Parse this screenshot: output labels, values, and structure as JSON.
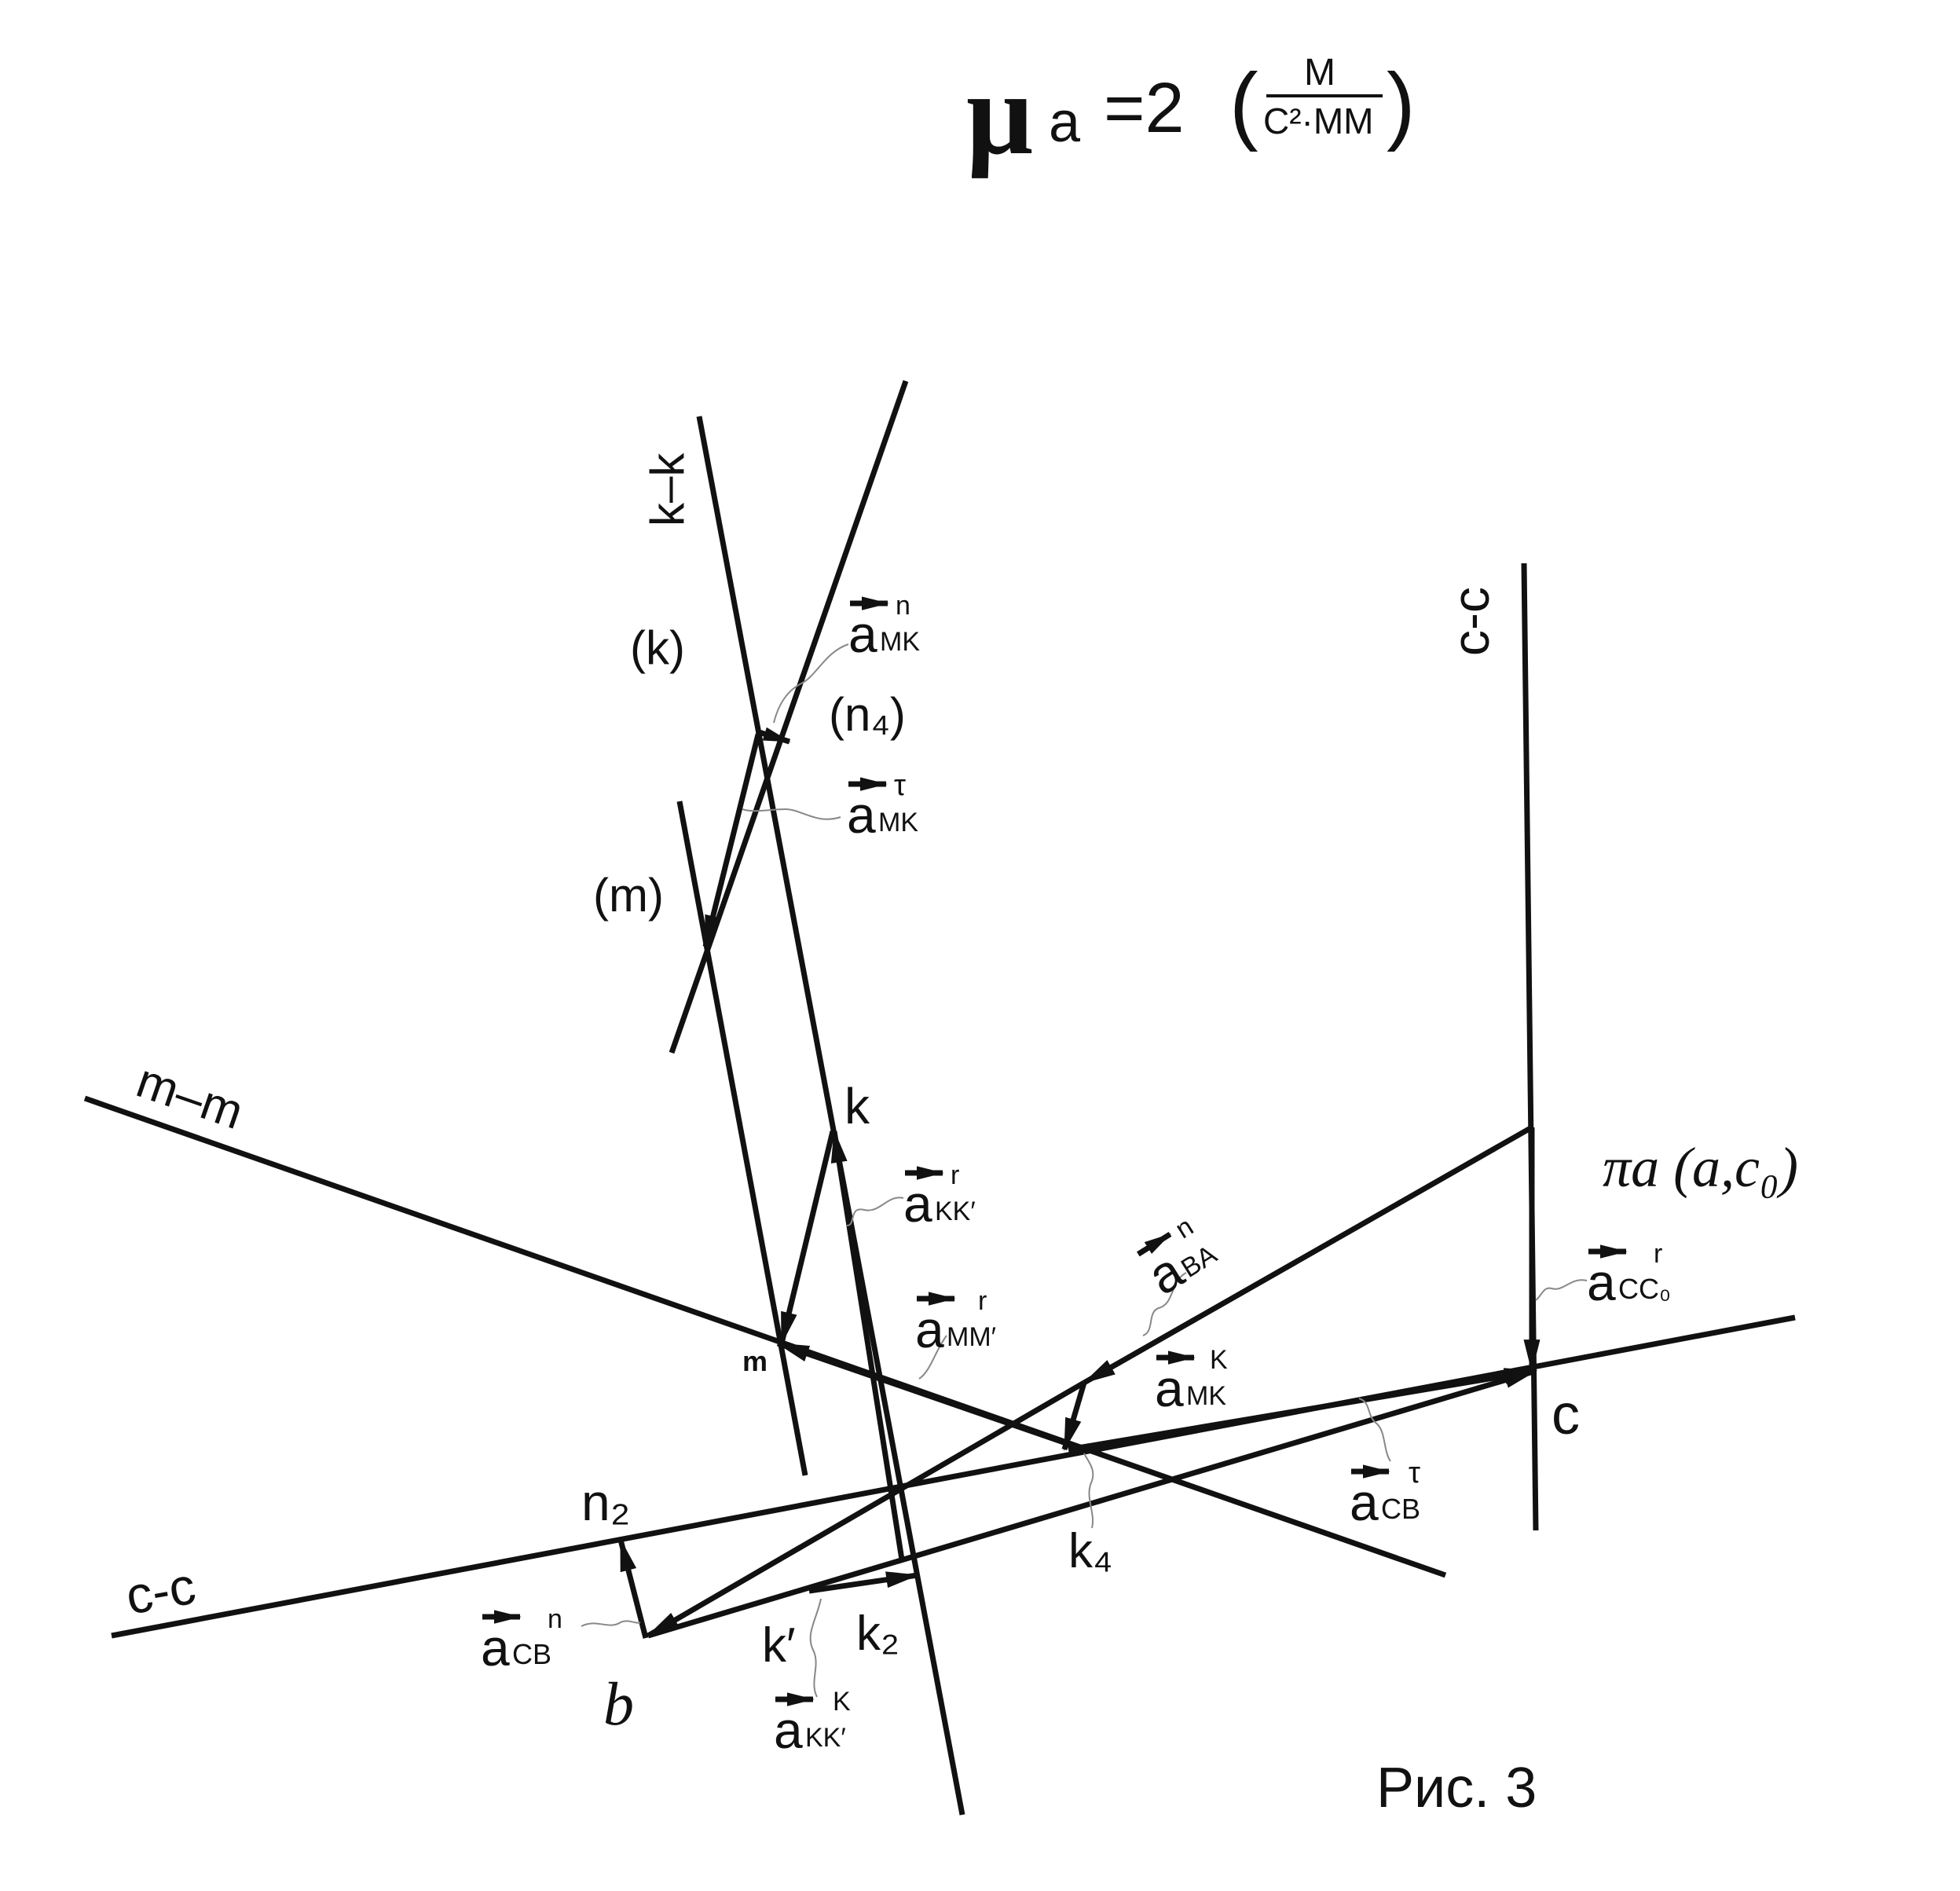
{
  "colors": {
    "ink": "#111111",
    "leader": "#888888",
    "background": "#ffffff"
  },
  "header": {
    "scale_symbol": "μ",
    "scale_subscript": "a",
    "scale_value": "=2",
    "paren_open": "(",
    "unit_numerator": "M",
    "unit_denominator": "C²·MM",
    "paren_close": ")"
  },
  "lines": {
    "k_k": "k–k",
    "c_c_vertical": "c-c",
    "m_m": "m–m",
    "c_c_horizontal": "c-c"
  },
  "points": {
    "k_paren": "(k)",
    "n4_paren": "(n₄)",
    "m_paren": "(m)",
    "k": "k",
    "m": "m",
    "pole": "πa (a,c₀)",
    "c": "c",
    "n2": "n₂",
    "k4": "k₄",
    "k_prime": "k′",
    "k2": "k₂",
    "b": "b"
  },
  "vectors": {
    "a_mk_n": {
      "base": "a",
      "sub": "MK",
      "sup": "n"
    },
    "a_mk_tau": {
      "base": "a",
      "sub": "MK",
      "sup": "τ"
    },
    "a_kk_r": {
      "base": "a",
      "sub": "KK′",
      "sup": "r"
    },
    "a_mm_r": {
      "base": "a",
      "sub": "MM′",
      "sup": "r"
    },
    "a_ba_n": {
      "base": "a",
      "sub": "BA",
      "sup": "n"
    },
    "a_mk_k": {
      "base": "a",
      "sub": "MK",
      "sup": "K"
    },
    "a_cc0_r": {
      "base": "a",
      "sub": "CC₀",
      "sup": "r"
    },
    "a_cb_tau": {
      "base": "a",
      "sub": "CB",
      "sup": "τ"
    },
    "a_cb_n": {
      "base": "a",
      "sub": "CB",
      "sup": "n"
    },
    "a_kk_k": {
      "base": "a",
      "sub": "KK′",
      "sup": "K"
    }
  },
  "caption": "Рис. 3"
}
